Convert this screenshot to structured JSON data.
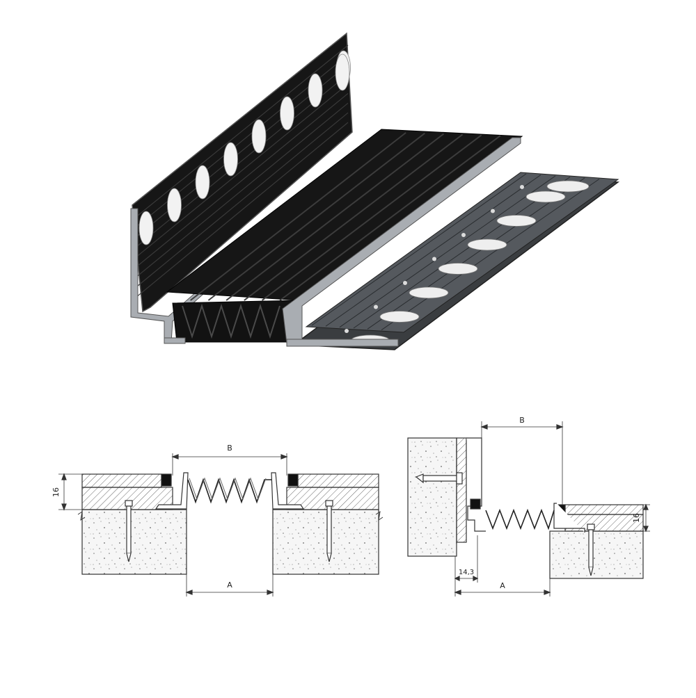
{
  "figure": {
    "colors": {
      "profile_dark": "#121212",
      "profile_mid": "#2c2c2c",
      "aluminium": "#b9bcc0",
      "aluminium_dark": "#7d8186",
      "line": "#333333",
      "concrete": "#f4f4f4"
    },
    "drawing_left": {
      "label_b": "B",
      "label_a": "A",
      "label_height": "16"
    },
    "drawing_right": {
      "label_b": "B",
      "label_a": "A",
      "label_height": "16",
      "label_offset": "14,3"
    }
  }
}
